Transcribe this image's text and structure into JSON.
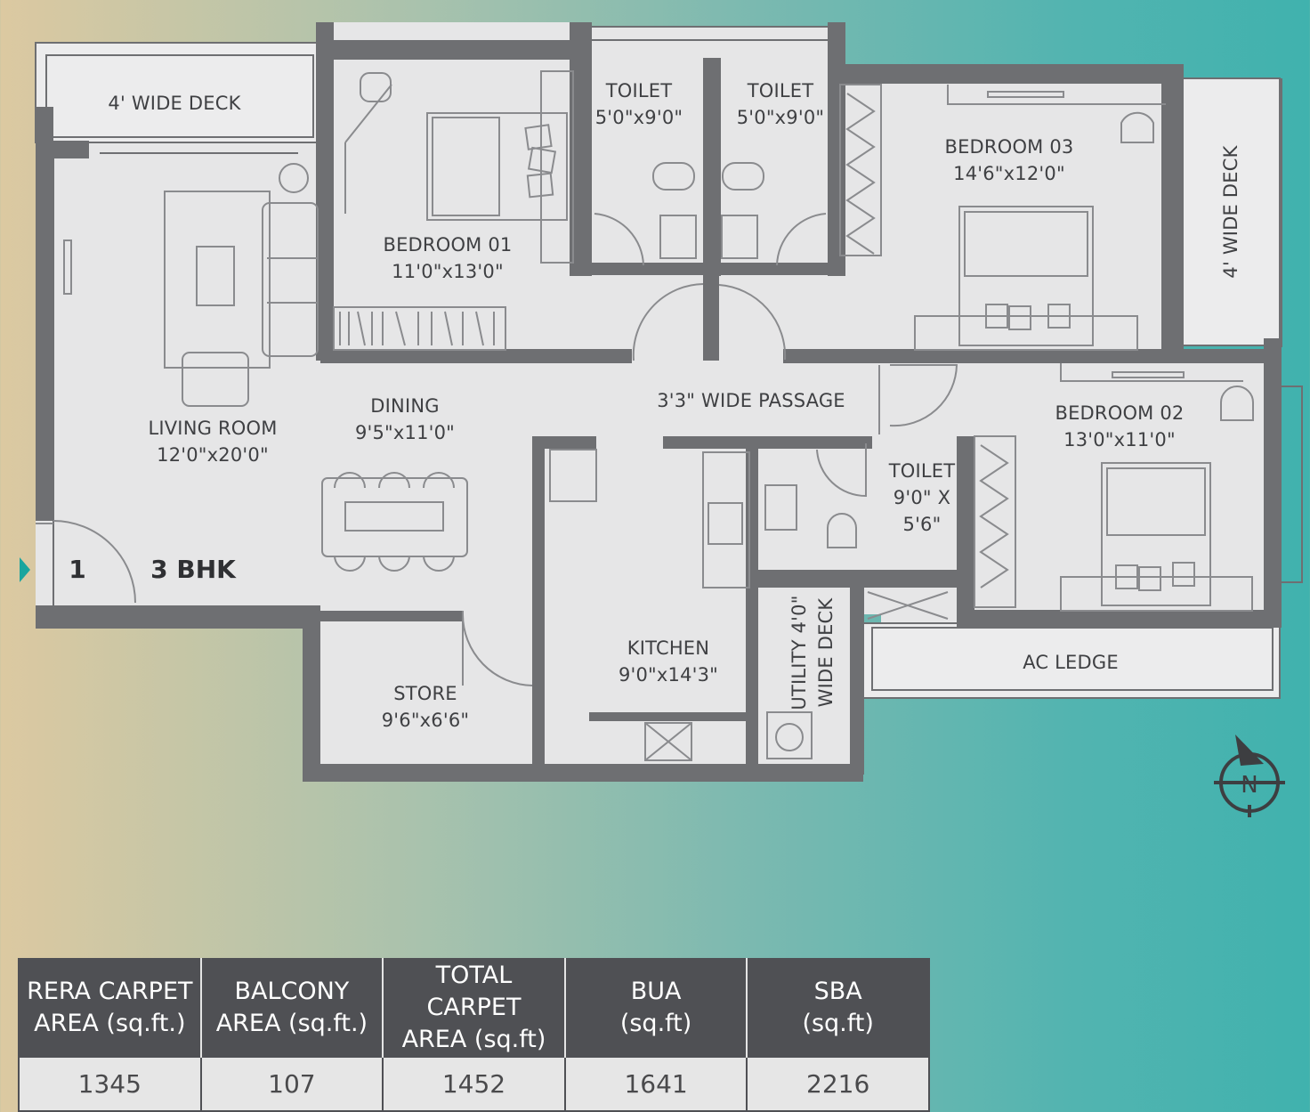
{
  "unit_type": "3 BHK",
  "unit_number": "1",
  "compass_label": "N",
  "rooms": {
    "deck_left": "4' WIDE DECK",
    "toilet_1_name": "TOILET",
    "toilet_1_size": "5'0\"x9'0\"",
    "toilet_2_name": "TOILET",
    "toilet_2_size": "5'0\"x9'0\"",
    "bedroom_03_name": "BEDROOM 03",
    "bedroom_03_size": "14'6\"x12'0\"",
    "deck_right": "4' WIDE DECK",
    "bedroom_01_name": "BEDROOM 01",
    "bedroom_01_size": "11'0\"x13'0\"",
    "passage": "3'3\" WIDE PASSAGE",
    "dining_name": "DINING",
    "dining_size": "9'5\"x11'0\"",
    "living_name": "LIVING ROOM",
    "living_size": "12'0\"x20'0\"",
    "bedroom_02_name": "BEDROOM 02",
    "bedroom_02_size": "13'0\"x11'0\"",
    "toilet_3_name": "TOILET",
    "toilet_3_size_a": "9'0\" X",
    "toilet_3_size_b": "5'6\"",
    "kitchen_name": "KITCHEN",
    "kitchen_size": "9'0\"x14'3\"",
    "utility_a": "UTILITY 4'0\"",
    "utility_b": "WIDE DECK",
    "store_name": "STORE",
    "store_size": "9'6\"x6'6\"",
    "ac_ledge": "AC LEDGE"
  },
  "area_table": {
    "headers": [
      {
        "line1": "RERA CARPET",
        "line2": "AREA (sq.ft.)"
      },
      {
        "line1": "BALCONY",
        "line2": "AREA (sq.ft.)"
      },
      {
        "line1": "TOTAL CARPET",
        "line2": "AREA (sq.ft)"
      },
      {
        "line1": "BUA",
        "line2": "(sq.ft)"
      },
      {
        "line1": "SBA",
        "line2": "(sq.ft)"
      }
    ],
    "values": [
      "1345",
      "107",
      "1452",
      "1641",
      "2216"
    ]
  },
  "colors": {
    "wall": "#6e6f72",
    "floor": "#e6e6e7",
    "deck": "#ececed",
    "entry_marker": "#1aa59e"
  }
}
